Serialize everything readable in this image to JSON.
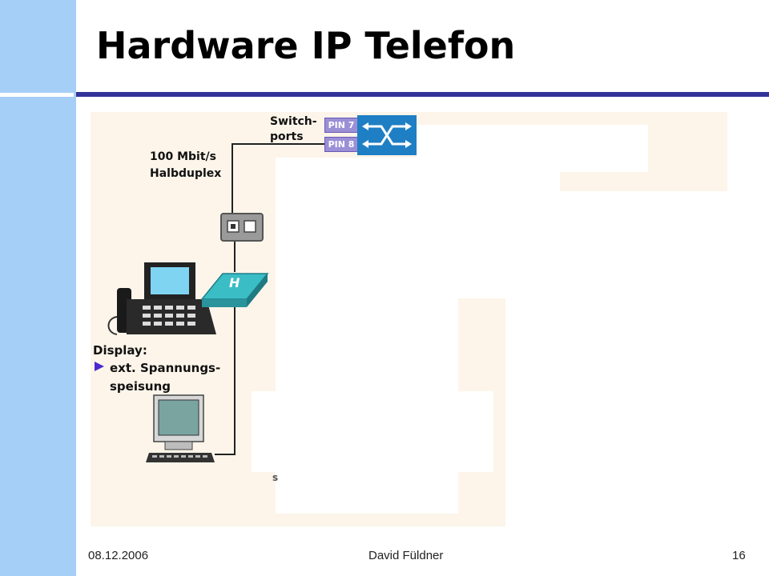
{
  "slide": {
    "title": "Hardware IP Telefon"
  },
  "diagram": {
    "switch_label_line1": "Switch-",
    "switch_label_line2": "ports",
    "pin7": "PIN 7",
    "pin8": "PIN 8",
    "link_speed": "100 Mbit/s",
    "link_mode": "Halbduplex",
    "display_heading": "Display:",
    "bullet_line1": "ext. Spannungs-",
    "bullet_line2": "speisung",
    "hub_letter": "H",
    "stray_char": "s",
    "icons": [
      "switch-icon",
      "wall-socket-icon",
      "ip-phone-icon",
      "hub-icon",
      "computer-icon",
      "bullet-arrow-icon"
    ],
    "colors": {
      "diagram_bg": "#fdf5ea",
      "switch_blue": "#1f7fc4",
      "pin_purple": "#9b8fd6",
      "hub_teal": "#3bbdc6",
      "bullet": "#4a2ad0"
    }
  },
  "footer": {
    "date": "08.12.2006",
    "author": "David Füldner",
    "page": "16"
  }
}
